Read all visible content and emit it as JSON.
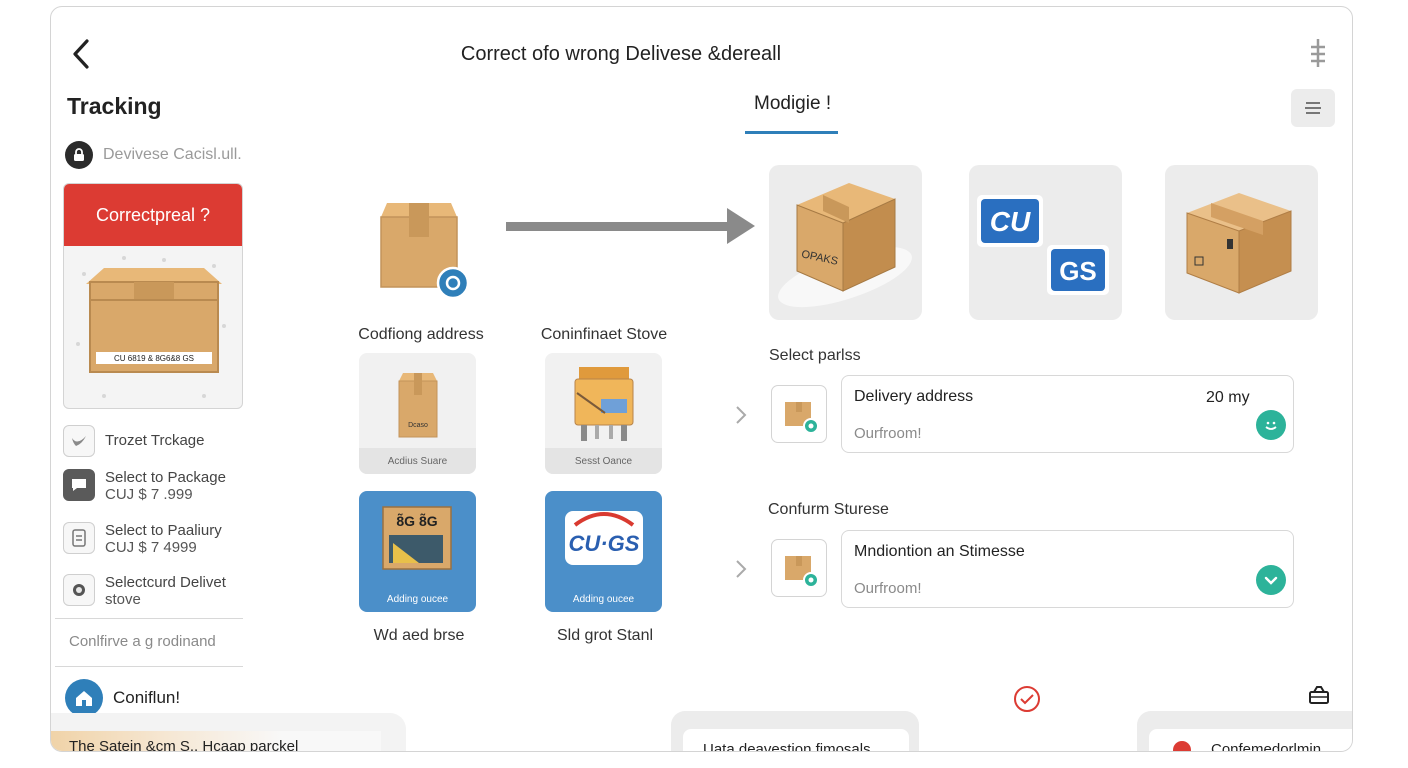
{
  "header": {
    "title": "Correct ofo wrong Delivese &dereall",
    "back_icon": "chevron-left-icon",
    "right_icon": "drag-handle-icon"
  },
  "sidebar": {
    "heading": "Tracking",
    "device_label": "Devivese Cacisl.ull.",
    "card": {
      "title": "Correctpreal ?",
      "box_label": "CU 6819 & 8G6&8 GS"
    },
    "items": [
      {
        "label": "Trozet Trckage",
        "sub": "",
        "icon": "bird-icon"
      },
      {
        "label": "Select to Package",
        "sub": "CUJ $ 7 .999",
        "icon": "chat-icon"
      },
      {
        "label": "Select to Paaliury",
        "sub": "CUJ $ 7 4999",
        "icon": "document-icon"
      },
      {
        "label": "Selectcurd Delivet",
        "sub": "stove",
        "icon": "camera-icon"
      }
    ],
    "confirm_road": "Conlfirve a g rodinand",
    "confirm_label": "Coniflun!",
    "bottom_bar_text": "The Satein &cm S.. Hcaap parckel"
  },
  "middle": {
    "labels": {
      "address": "Codfiong address",
      "store": "Coninfinaet Stove",
      "bottom_left": "Wd aed brse",
      "bottom_right": "Sld grot Stanl"
    },
    "tiles": {
      "t1_caption": "Acdius Suare",
      "t1_box": "Dcaso",
      "t2_caption": "Sesst Oance",
      "t3_caption": "Adding oucee",
      "t3_mark": "8̃G 8̃G",
      "t4_caption": "Adding oucee",
      "t4_logo": "CU·GS"
    }
  },
  "main": {
    "tab": "Modigie !",
    "big_tiles": {
      "b1_label": "OPAKS",
      "b2_cu": "CU",
      "b2_gs": "GS"
    },
    "section1": {
      "label": "Select parlss",
      "field_title": "Delivery address",
      "field_value": "20 my",
      "field_sub": "Ourfroom!",
      "badge_icon": "smile-icon"
    },
    "section2": {
      "label": "Confurm Sturese",
      "field_title": "Mndiontion an Stimesse",
      "field_sub": "Ourfroom!",
      "badge_icon": "check-icon"
    },
    "footer": {
      "mid_text": "Uata deavestion fjmosals",
      "right_text": "Confemedorlmin"
    }
  },
  "colors": {
    "accent_blue": "#2f7fb9",
    "accent_red": "#dc3b33",
    "accent_green": "#2db39a",
    "cardboard": "#d9a86a"
  }
}
